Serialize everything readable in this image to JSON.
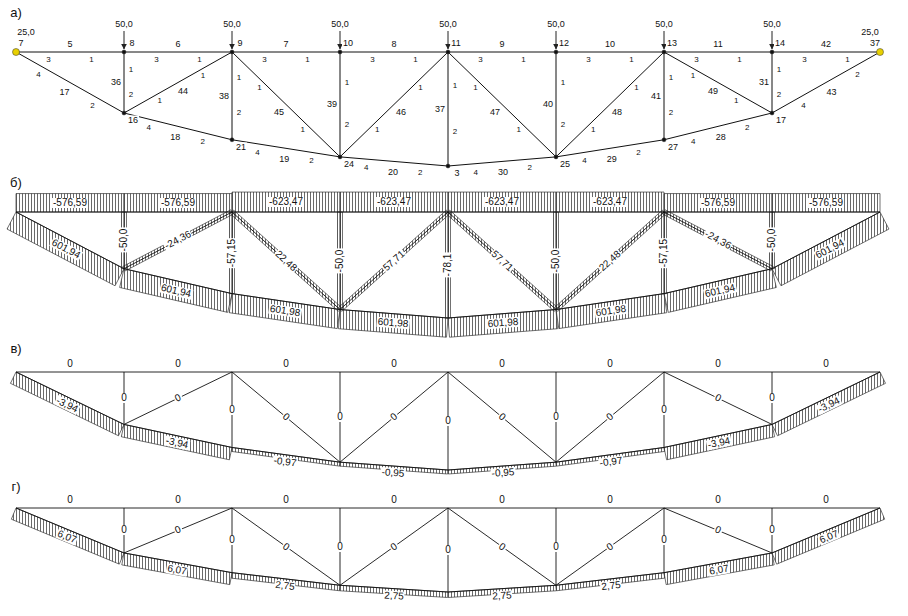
{
  "diagram": {
    "labels": [
      "а)",
      "25,0",
      "50,0",
      "50,0",
      "50,0",
      "50,0",
      "50,0",
      "50,0",
      "50,0",
      "25,0",
      "7",
      "8",
      "9",
      "10",
      "11",
      "12",
      "13",
      "14",
      "37",
      "16",
      "21",
      "24",
      "3",
      "25",
      "27",
      "17",
      "5",
      "6",
      "7",
      "8",
      "9",
      "10",
      "11",
      "42",
      "17",
      "18",
      "19",
      "20",
      "30",
      "29",
      "28",
      "43",
      "36",
      "38",
      "39",
      "37",
      "40",
      "41",
      "31",
      "44",
      "45",
      "46",
      "47",
      "48",
      "49",
      "3",
      "1",
      "3",
      "1",
      "3",
      "1",
      "3",
      "1",
      "3",
      "1",
      "3",
      "1",
      "3",
      "1",
      "3",
      "1",
      "4",
      "2",
      "4",
      "2",
      "4",
      "2",
      "4",
      "2",
      "4",
      "2",
      "4",
      "2",
      "4",
      "2",
      "4",
      "2",
      "1",
      "2",
      "1",
      "2",
      "1",
      "2",
      "1",
      "2",
      "1",
      "2",
      "1",
      "2",
      "1",
      "2",
      "1",
      "1",
      "1",
      "1",
      "1",
      "1",
      "1",
      "1",
      "1",
      "1",
      "1",
      "1",
      "б)",
      "-576,59",
      "-576,59",
      "-623,47",
      "-623,47",
      "-623,47",
      "-623,47",
      "-576,59",
      "-576,59",
      "601,94",
      "601,94",
      "601,98",
      "601,98",
      "601,98",
      "601,98",
      "601,94",
      "601,94",
      "-50,0",
      "-57,15",
      "-50,0",
      "-78,1",
      "-50,0",
      "-57,15",
      "-50,0",
      "-24,36",
      "22,48",
      "57,71",
      "57,71",
      "22,48",
      "-24,36",
      "в)",
      "0",
      "0",
      "0",
      "0",
      "0",
      "0",
      "0",
      "0",
      "-3,94",
      "-3,94",
      "-0,97",
      "-0,95",
      "-0,95",
      "-0,97",
      "-3,94",
      "-3,94",
      "0",
      "0",
      "0",
      "0",
      "0",
      "0",
      "0",
      "0",
      "0",
      "0",
      "0",
      "0",
      "0",
      "г)",
      "0",
      "0",
      "0",
      "0",
      "0",
      "0",
      "0",
      "0",
      "6,07",
      "6,07",
      "2,75",
      "2,75",
      "2,75",
      "2,75",
      "6,07",
      "6,07",
      "0",
      "0",
      "0",
      "0",
      "0",
      "0",
      "0",
      "0",
      "0",
      "0",
      "0",
      "0",
      "0"
    ]
  }
}
